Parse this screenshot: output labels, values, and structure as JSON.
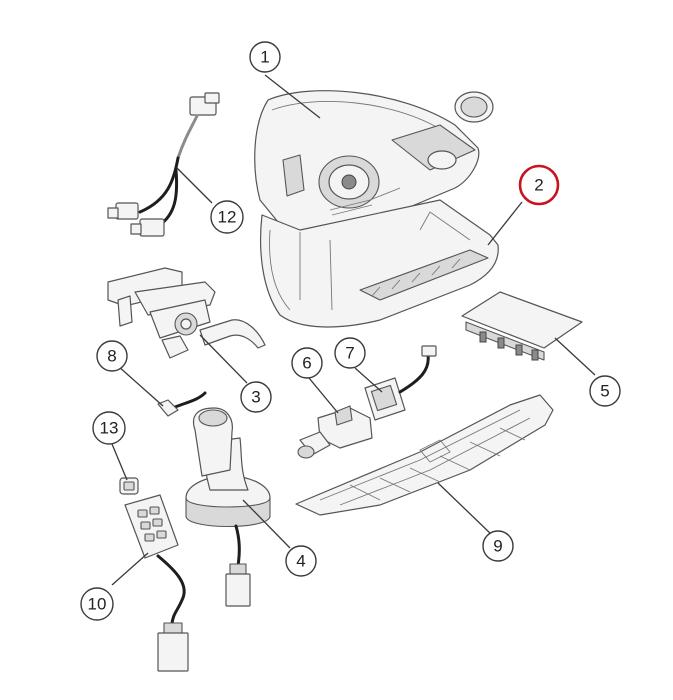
{
  "diagram": {
    "highlight_color": "#c8141e",
    "callouts": [
      {
        "id": "1",
        "label": "1",
        "highlighted": false
      },
      {
        "id": "2",
        "label": "2",
        "highlighted": true
      },
      {
        "id": "3",
        "label": "3",
        "highlighted": false
      },
      {
        "id": "4",
        "label": "4",
        "highlighted": false
      },
      {
        "id": "5",
        "label": "5",
        "highlighted": false
      },
      {
        "id": "6",
        "label": "6",
        "highlighted": false
      },
      {
        "id": "7",
        "label": "7",
        "highlighted": false
      },
      {
        "id": "8",
        "label": "8",
        "highlighted": false
      },
      {
        "id": "9",
        "label": "9",
        "highlighted": false
      },
      {
        "id": "10",
        "label": "10",
        "highlighted": false
      },
      {
        "id": "12",
        "label": "12",
        "highlighted": false
      },
      {
        "id": "13",
        "label": "13",
        "highlighted": false
      }
    ]
  }
}
